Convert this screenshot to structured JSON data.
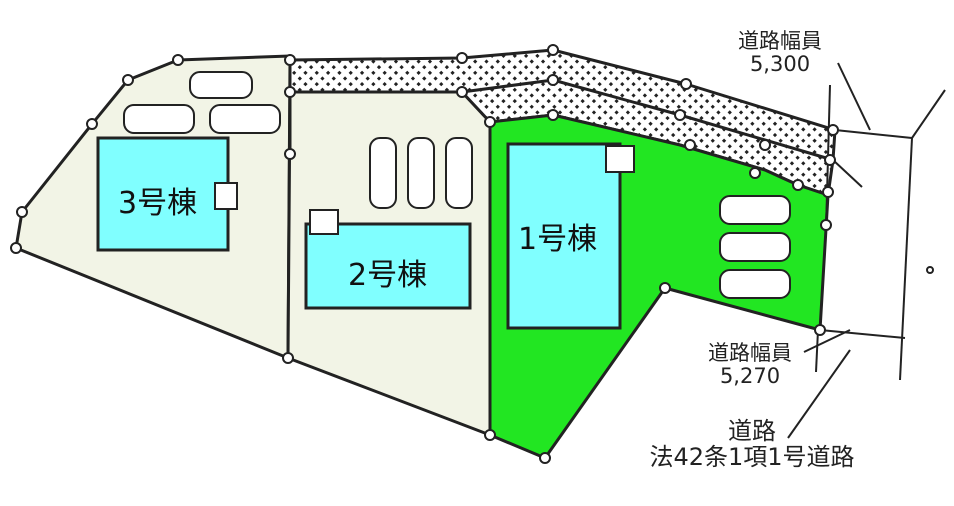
{
  "houses": {
    "h1": "1号棟",
    "h2": "2号棟",
    "h3": "3号棟"
  },
  "road_width_north": {
    "label": "道路幅員",
    "value": "5,300"
  },
  "road_width_south": {
    "label": "道路幅員",
    "value": "5,270"
  },
  "road": {
    "label": "道路",
    "type": "法42条1項1号道路"
  },
  "colors": {
    "lot_1": "#22e622",
    "lot_other": "#f2f4e6",
    "building": "#80ffff",
    "line": "#222222"
  }
}
